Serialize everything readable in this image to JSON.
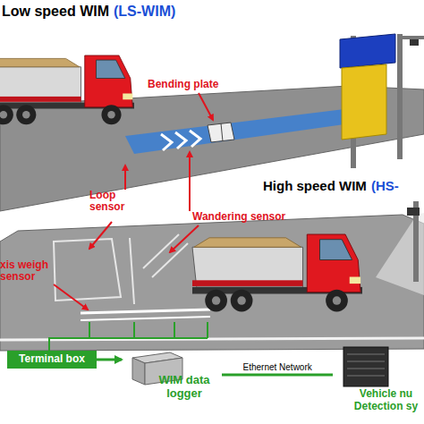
{
  "diagram": {
    "nodes": [
      {
        "text": [
          "Terminal box"
        ]
      },
      {
        "text": [
          "WIM data logger"
        ]
      },
      {
        "text": [
          "Vehicle nu Detection sy"
        ]
      }
    ],
    "edges": [
      {
        "from": 0,
        "to": 1,
        "arrow": "to"
      },
      {
        "from": 1,
        "to": 2,
        "label": "Ethernet Network",
        "arrow": "none"
      }
    ],
    "labels": [
      "Low speed WIM",
      "(LS-WIM)",
      "Bending plate",
      "Loop sensor",
      "Wandering sensor",
      "High speed WIM",
      "(HS-",
      "xis weigh sensor"
    ]
  }
}
